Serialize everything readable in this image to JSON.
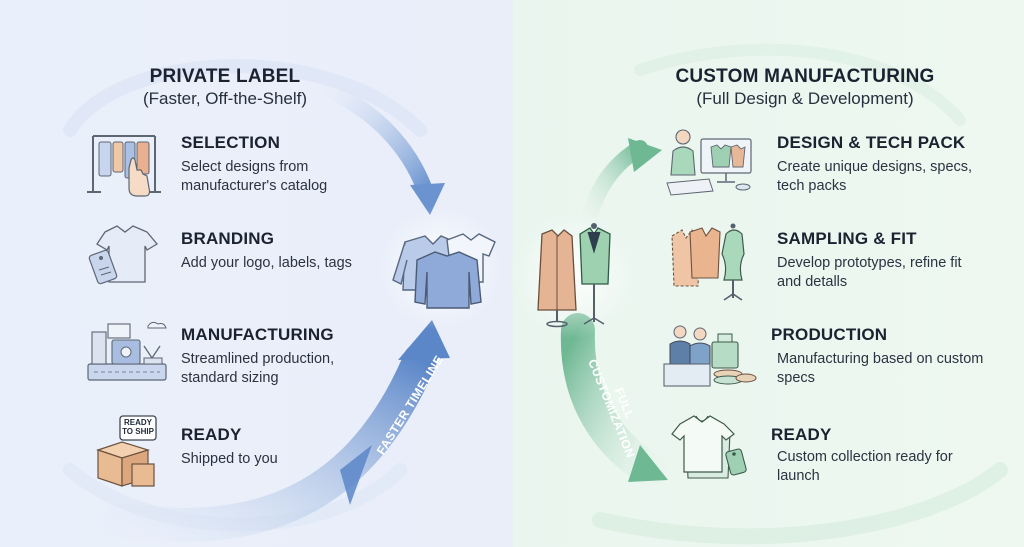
{
  "left": {
    "title": "PRIVATE LABEL",
    "subtitle": "(Faster, Off-the-Shelf)",
    "arrow_label": "FASTER TIMELINE",
    "steps": [
      {
        "title": "SELECTION",
        "desc": "Select designs from manufacturer's catalog",
        "icon": "clothing-rack-icon"
      },
      {
        "title": "BRANDING",
        "desc": "Add your logo, labels, tags",
        "icon": "tshirt-tag-icon"
      },
      {
        "title": "MANUFACTURING",
        "desc": "Streamlined production, standard sizing",
        "icon": "factory-machine-icon"
      },
      {
        "title": "READY",
        "desc": "Shipped to you",
        "icon": "shipping-boxes-icon",
        "badge": "READY TO SHIP"
      }
    ]
  },
  "right": {
    "title": "CUSTOM MANUFACTURING",
    "subtitle": "(Full Design & Development)",
    "arrow_label": "FULL CUSTOMIZATION",
    "steps": [
      {
        "title": "DESIGN & TECH PACK",
        "desc": "Create unique designs, specs, tech packs",
        "icon": "designer-workstation-icon"
      },
      {
        "title": "SAMPLING & FIT",
        "desc": "Develop prototypes, refine fit and detalls",
        "icon": "pattern-dress-form-icon"
      },
      {
        "title": "PRODUCTION",
        "desc": "Manufacturing based on custom specs",
        "icon": "production-workers-icon"
      },
      {
        "title": "READY",
        "desc": "Custom collection ready for launch",
        "icon": "folded-shirts-tag-icon"
      }
    ]
  },
  "colors": {
    "left_bg": "#eaf0fb",
    "right_bg": "#eef8f1",
    "blue_arrow": "#5b86c8",
    "green_arrow": "#6fb894"
  }
}
